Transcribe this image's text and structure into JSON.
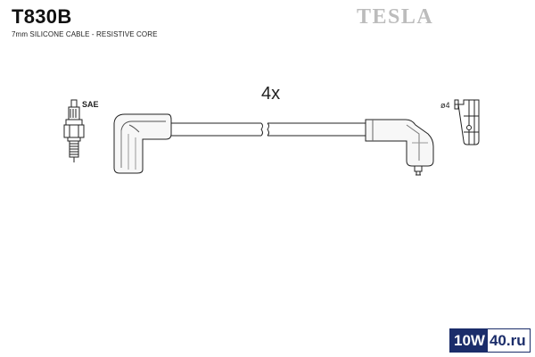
{
  "header": {
    "part_number": "T830B",
    "subtitle": "7mm SILICONE CABLE - RESISTIVE CORE",
    "brand": "TESLA"
  },
  "diagram": {
    "quantity_label": "4x",
    "plug_type_label": "SAE",
    "terminal_size_label": "ø4"
  },
  "watermark": {
    "left": "10W",
    "right": "40.ru"
  },
  "colors": {
    "line": "#222222",
    "cable_fill": "#f2f2f2",
    "brand_gray": "#bcbcbc",
    "watermark_blue": "#1b2d6a"
  },
  "icons": [
    "spark-plug-icon",
    "straight-boot-icon",
    "angled-boot-icon",
    "terminal-connector-icon"
  ]
}
